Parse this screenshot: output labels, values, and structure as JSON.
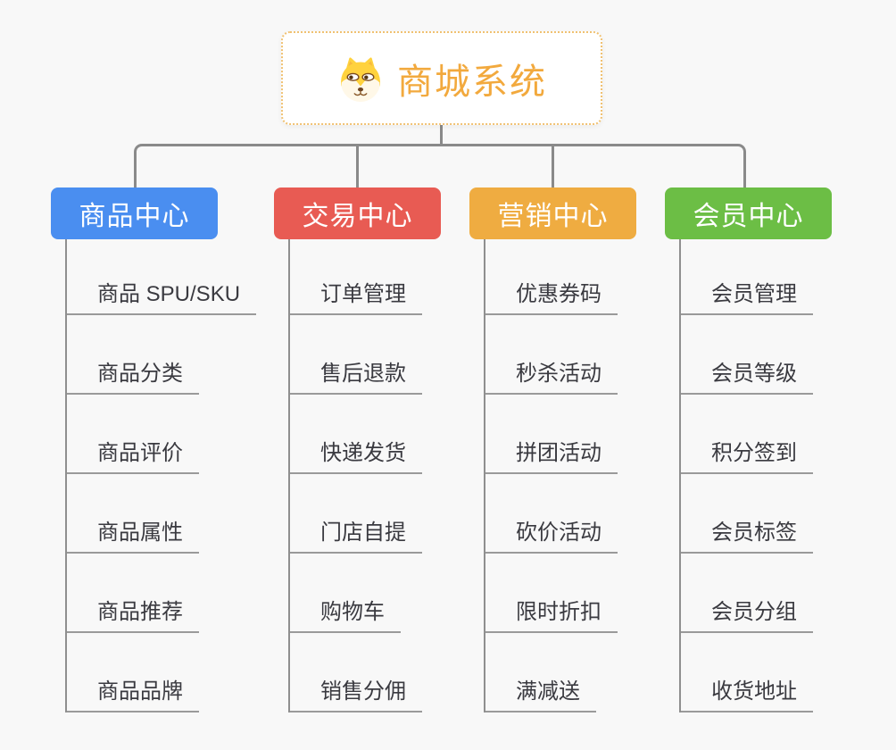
{
  "root": {
    "title": "商城系统",
    "icon": "dog-icon",
    "title_color": "#f2a93d",
    "border_color": "#f0c171"
  },
  "connector_color": "#8a8a8a",
  "branches": [
    {
      "label": "商品中心",
      "color": "#4a8ef0",
      "children": [
        "商品 SPU/SKU",
        "商品分类",
        "商品评价",
        "商品属性",
        "商品推荐",
        "商品品牌"
      ]
    },
    {
      "label": "交易中心",
      "color": "#e85b53",
      "children": [
        "订单管理",
        "售后退款",
        "快递发货",
        "门店自提",
        "购物车",
        "销售分佣"
      ]
    },
    {
      "label": "营销中心",
      "color": "#efac41",
      "children": [
        "优惠券码",
        "秒杀活动",
        "拼团活动",
        "砍价活动",
        "限时折扣",
        "满减送"
      ]
    },
    {
      "label": "会员中心",
      "color": "#6cbe45",
      "children": [
        "会员管理",
        "会员等级",
        "积分签到",
        "会员标签",
        "会员分组",
        "收货地址"
      ]
    }
  ]
}
